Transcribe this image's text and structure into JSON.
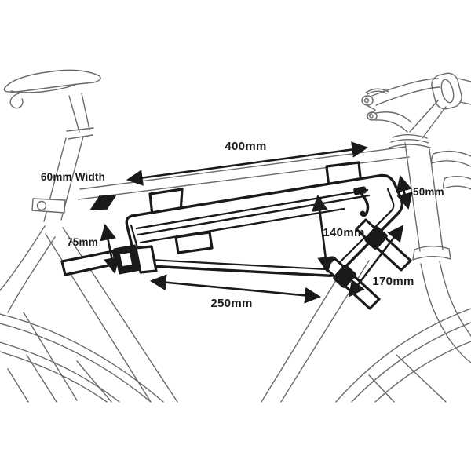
{
  "diagram": {
    "type": "product-dimension-diagram",
    "subject": "Bicycle frame bag mounted inside frame triangle, shown with measurement arrows",
    "colors": {
      "ink": "#1a1a1a",
      "bike_line": "#6a6a6a",
      "background": "#ffffff"
    },
    "measurements": {
      "top_length": "400mm",
      "width": "60mm Width",
      "rear_height": "50mm",
      "center_height": "140mm",
      "front_height": "75mm",
      "bottom_length": "250mm",
      "downtube_length": "170mm"
    }
  }
}
